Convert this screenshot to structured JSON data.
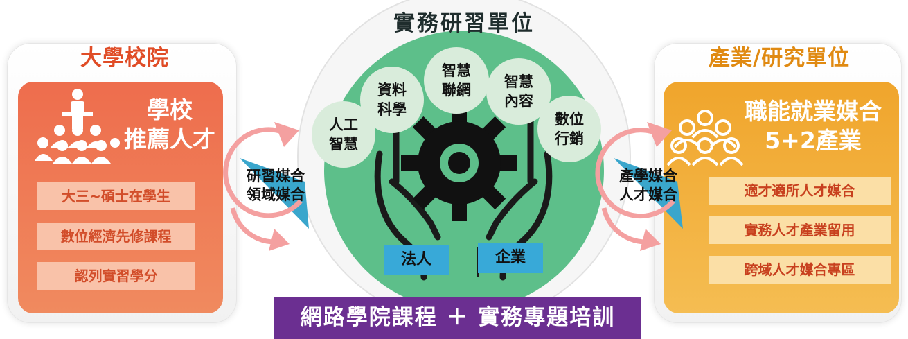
{
  "center": {
    "title": "實務研習單位",
    "bubbles": [
      "人工\n智慧",
      "資料\n科學",
      "智慧\n聯網",
      "智慧\n內容",
      "數位\n行銷"
    ],
    "tags": [
      "法人",
      "企業"
    ]
  },
  "left": {
    "title": "大學校院",
    "heading": "學校\n推薦人才",
    "items": [
      "大三~碩士在學生",
      "數位經濟先修課程",
      "認列實習學分"
    ]
  },
  "right": {
    "title": "產業/研究單位",
    "heading": "職能就業媒合\n5+2產業",
    "items": [
      "適才適所人才媒合",
      "實務人才產業留用",
      "跨域人才媒合專區"
    ]
  },
  "links": {
    "left": "研習媒合\n領域媒合",
    "right": "產學媒合\n人才媒合"
  },
  "banner": "網路學院課程 ＋ 實務專題培訓",
  "colors": {
    "left_panel": "#ee6d4d",
    "right_panel": "#f0a52c",
    "center_circle": "#5dbf8a",
    "banner": "#6b2f91",
    "tag": "#38a9d8",
    "arrow": "#f4a0a0"
  },
  "icons": [
    "teacher-audience-icon",
    "crowd-icon",
    "gear-icon",
    "hands-icon",
    "cycle-arrow-icon"
  ]
}
